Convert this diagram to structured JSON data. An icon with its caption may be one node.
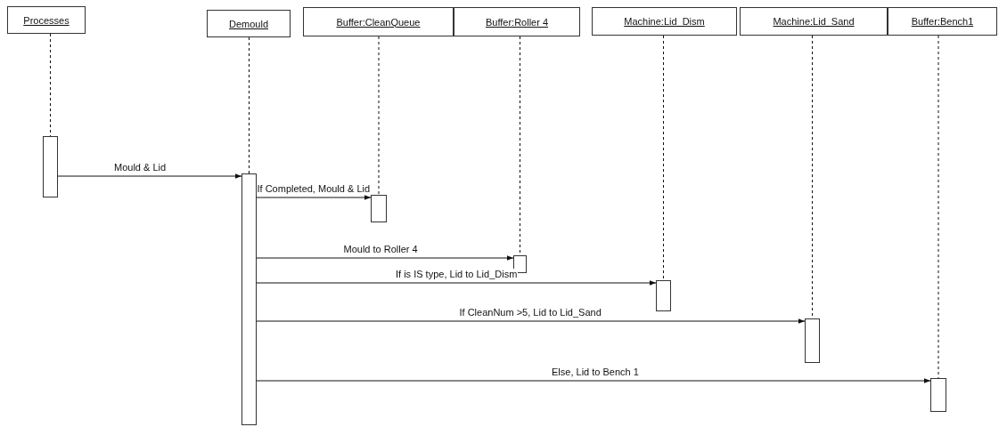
{
  "diagram": {
    "nodes": [
      {
        "text": [
          "Processes"
        ]
      },
      {
        "text": [
          "Demould"
        ]
      },
      {
        "text": [
          "Buffer:CleanQueue"
        ]
      },
      {
        "text": [
          "Buffer:Roller 4"
        ]
      },
      {
        "text": [
          "Machine:Lid_Dism"
        ]
      },
      {
        "text": [
          "Machine:Lid_Sand"
        ]
      },
      {
        "text": [
          "Buffer:Bench1"
        ]
      },
      {
        "text": [],
        "shape": "bar"
      },
      {
        "text": [],
        "shape": "bar"
      },
      {
        "text": [],
        "shape": "bar"
      },
      {
        "text": [],
        "shape": "bar"
      },
      {
        "text": [],
        "shape": "bar"
      },
      {
        "text": [],
        "shape": "bar"
      },
      {
        "text": [],
        "shape": "bar"
      }
    ],
    "edges": [
      {
        "from": 0,
        "to": 7,
        "arrow": "none",
        "style": "dashed"
      },
      {
        "from": 1,
        "to": 8,
        "arrow": "none",
        "style": "dashed"
      },
      {
        "from": 2,
        "to": 9,
        "arrow": "none",
        "style": "dashed"
      },
      {
        "from": 3,
        "to": 10,
        "arrow": "none",
        "style": "dashed"
      },
      {
        "from": 4,
        "to": 11,
        "arrow": "none",
        "style": "dashed"
      },
      {
        "from": 5,
        "to": 12,
        "arrow": "none",
        "style": "dashed"
      },
      {
        "from": 6,
        "to": 13,
        "arrow": "none",
        "style": "dashed"
      },
      {
        "from": 7,
        "to": 8,
        "arrow": "to",
        "label": "Mould & Lid"
      },
      {
        "from": 8,
        "to": 9,
        "arrow": "to",
        "label": "If Completed, Mould & Lid"
      },
      {
        "from": 8,
        "to": 10,
        "arrow": "to",
        "label": "Mould to Roller 4"
      },
      {
        "from": 8,
        "to": 11,
        "arrow": "to",
        "label": "If is IS type, Lid to Lid_Dism"
      },
      {
        "from": 8,
        "to": 12,
        "arrow": "to",
        "label": "If CleanNum >5, Lid to Lid_Sand"
      },
      {
        "from": 8,
        "to": 13,
        "arrow": "to",
        "label": "Else, Lid to Bench 1"
      }
    ]
  }
}
